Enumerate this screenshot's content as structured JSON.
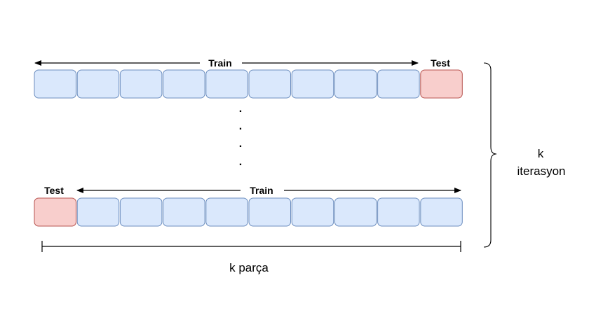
{
  "top_row": {
    "train_label": "Train",
    "test_label": "Test",
    "segments": 10,
    "test_index": 9
  },
  "bottom_row": {
    "train_label": "Train",
    "test_label": "Test",
    "segments": 10,
    "test_index": 0
  },
  "ellipsis": ".",
  "brace_label": {
    "line1": "k",
    "line2": "iterasyon"
  },
  "span_label": "k parça",
  "colors": {
    "train_fill": "#dae8fc",
    "train_stroke": "#6c8ebf",
    "test_fill": "#f8cecc",
    "test_stroke": "#b85450",
    "line": "#000000",
    "text": "#000000"
  }
}
